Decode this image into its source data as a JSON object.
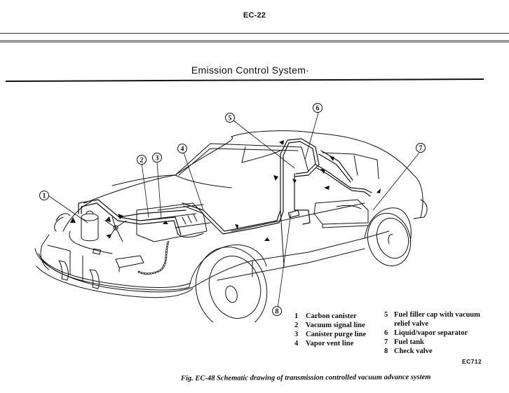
{
  "header": {
    "page_number": "EC-22",
    "section_title": "Emission Control System·"
  },
  "figure": {
    "callouts": [
      "1",
      "2",
      "3",
      "4",
      "5",
      "6",
      "7",
      "8"
    ],
    "legend_left": [
      {
        "num": "1",
        "label": "Carbon canister"
      },
      {
        "num": "2",
        "label": "Vacuum signal line"
      },
      {
        "num": "3",
        "label": "Canister purge line"
      },
      {
        "num": "4",
        "label": "Vapor vent line"
      }
    ],
    "legend_right": [
      {
        "num": "5",
        "label": "Fuel filler cap with vacuum"
      },
      {
        "num": "",
        "label": "relief valve"
      },
      {
        "num": "6",
        "label": "Liquid/vapor separator"
      },
      {
        "num": "7",
        "label": "Fuel tank"
      },
      {
        "num": "8",
        "label": "Check valve"
      }
    ],
    "code": "EC712",
    "caption": "Fig. EC-48  Schematic drawing of transmission controlled vacuum advance system"
  }
}
